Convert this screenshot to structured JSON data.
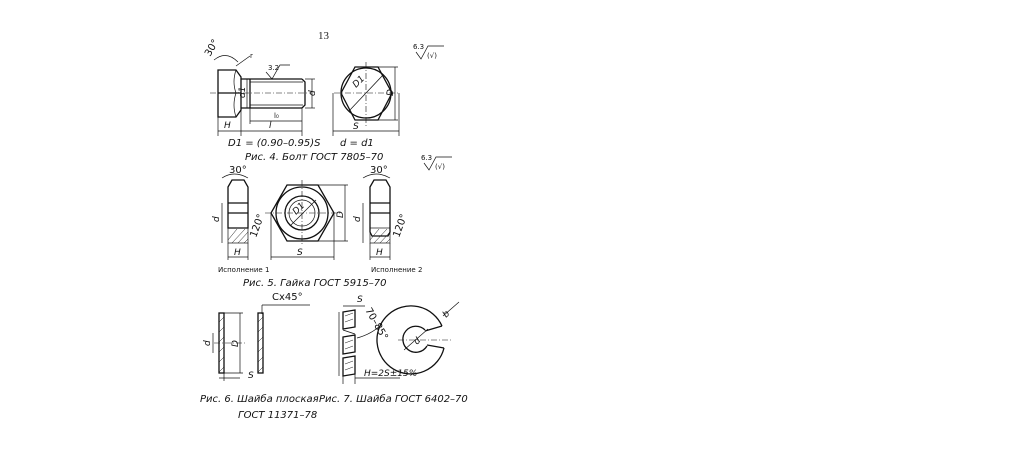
{
  "page": {
    "number": "13"
  },
  "fig4": {
    "caption": "Рис. 4. Болт ГОСТ 7805–70",
    "formula_d1": "D1 = (0.90–0.95)S",
    "formula_d": "d = d1",
    "angle": "30°",
    "r": "r",
    "roughness_thread": "3.2",
    "roughness_sign": "6.3",
    "roughness_sign_suffix": "(√)",
    "labels": {
      "d1": "d1",
      "d": "d",
      "D": "D",
      "D1": "D1",
      "S": "S",
      "H": "H",
      "l": "l",
      "lo": "l₀"
    }
  },
  "fig5": {
    "caption": "Рис. 5. Гайка ГОСТ 5915–70",
    "roughness_sign": "6.3",
    "roughness_sign_suffix": "(√)",
    "variant1": "Исполнение 1",
    "variant2": "Исполнение 2",
    "angle30": "30°",
    "angle120": "120°",
    "labels": {
      "d": "d",
      "D": "D",
      "D1": "D1",
      "S": "S",
      "H": "H"
    }
  },
  "fig6": {
    "caption_line1": "Рис. 6. Шайба плоская",
    "caption_line2": "ГОСТ 11371–78",
    "chamfer": "Cx45°",
    "labels": {
      "d": "d",
      "D": "D",
      "S": "S"
    }
  },
  "fig7": {
    "caption": "Рис. 7. Шайба ГОСТ 6402–70",
    "height_formula": "H=2S±15%",
    "angle_range": "70–85°",
    "labels": {
      "S": "S",
      "b": "b",
      "d": "d"
    }
  }
}
